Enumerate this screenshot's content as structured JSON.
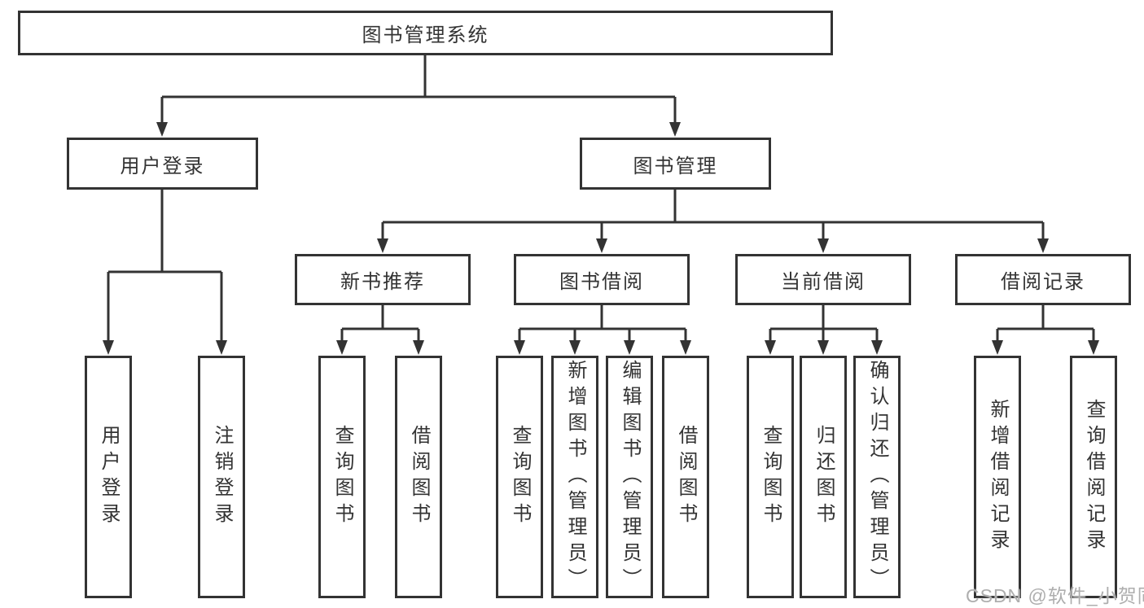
{
  "diagram": {
    "type": "hierarchy-tree",
    "orientation": "top-down"
  },
  "tree": {
    "root": {
      "label": "图书管理系统"
    },
    "level1": [
      {
        "label": "用户登录",
        "children": [
          {
            "label": "用户登录"
          },
          {
            "label": "注销登录"
          }
        ]
      },
      {
        "label": "图书管理",
        "children": [
          {
            "label": "新书推荐",
            "children": [
              {
                "label": "查询图书"
              },
              {
                "label": "借阅图书"
              }
            ]
          },
          {
            "label": "图书借阅",
            "children": [
              {
                "label": "查询图书"
              },
              {
                "label": "新增图书（管理员）"
              },
              {
                "label": "编辑图书（管理员）"
              },
              {
                "label": "借阅图书"
              }
            ]
          },
          {
            "label": "当前借阅",
            "children": [
              {
                "label": "查询图书"
              },
              {
                "label": "归还图书"
              },
              {
                "label": "确认归还（管理员）"
              }
            ]
          },
          {
            "label": "借阅记录",
            "children": [
              {
                "label": "新增借阅记录"
              },
              {
                "label": "查询借阅记录"
              }
            ]
          }
        ]
      }
    ]
  },
  "watermark": {
    "text": "CSDN @软件_小贺同学"
  },
  "colors": {
    "line": "#333333",
    "box_border": "#333333",
    "text": "#333333",
    "watermark": "#aeaeae",
    "background": "#ffffff"
  }
}
